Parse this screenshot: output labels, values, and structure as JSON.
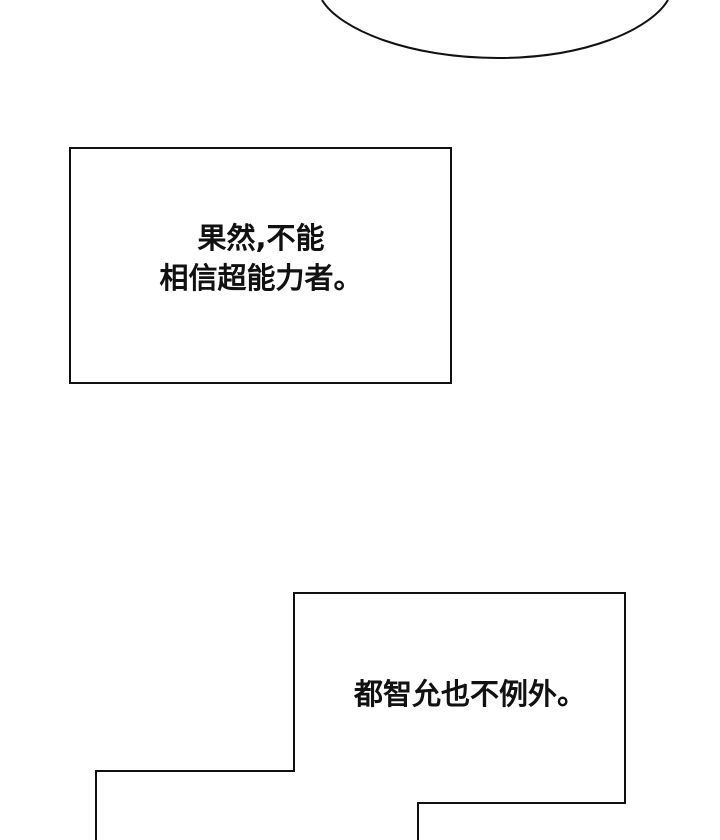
{
  "captions": {
    "first": {
      "line1": "果然,不能",
      "line2": "相信超能力者。"
    },
    "second": {
      "line1": "都智允也不例外。"
    }
  },
  "colors": {
    "background": "#ffffff",
    "ink": "#111111"
  }
}
